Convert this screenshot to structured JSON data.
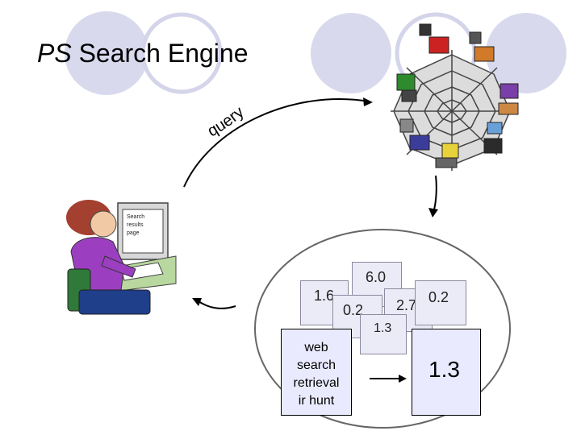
{
  "title": {
    "prefix": "PS",
    "rest": " Search Engine"
  },
  "query_label": "query",
  "monitor_text": [
    "Search",
    "results",
    "page"
  ],
  "scores": {
    "s1": "1.6",
    "s2": "6.0",
    "s3": "0.2",
    "s4": "2.7",
    "s5": "0.2",
    "s6": "1.3",
    "big": "1.3"
  },
  "index_doc": [
    "web",
    "search",
    "retrieval",
    "ir hunt"
  ],
  "colors": {
    "circle_fill": "#d9d9ee",
    "doc_fill": "#ebebf7",
    "doc_big_fill": "#eaeaff"
  }
}
